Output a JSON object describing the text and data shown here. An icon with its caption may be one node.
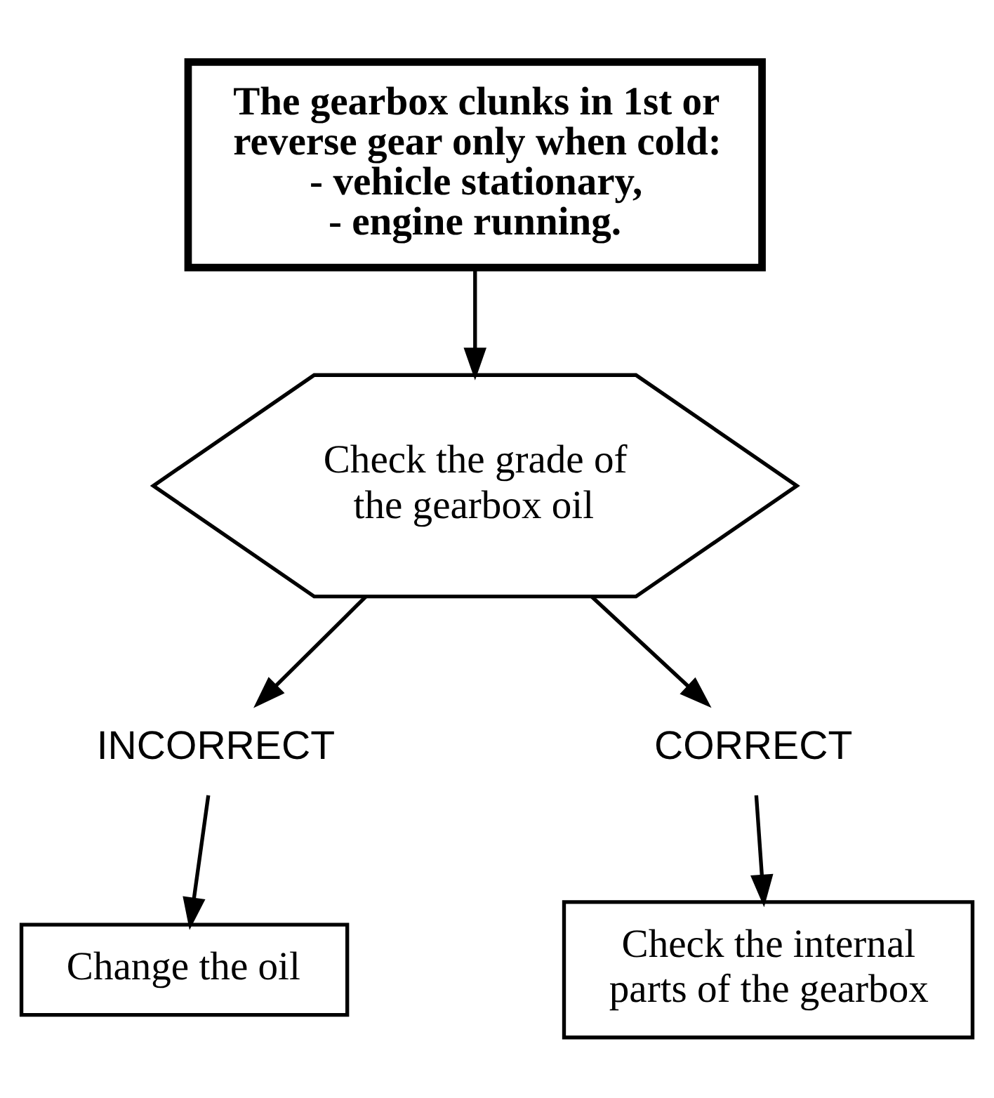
{
  "diagram": {
    "nodes": [
      {
        "text": [
          "The gearbox clunks in 1st or reverse gear only when cold:",
          "- vehicle stationary,",
          "- engine running."
        ]
      },
      {
        "text": [
          "Check the grade of the gearbox oil"
        ]
      },
      {
        "text": [
          "INCORRECT"
        ]
      },
      {
        "text": [
          "CORRECT"
        ]
      },
      {
        "text": [
          "Change the oil"
        ]
      },
      {
        "text": [
          "Check the internal parts of the gearbox"
        ]
      }
    ],
    "edges": [
      {
        "from": 0,
        "to": 1,
        "arrow": "to"
      },
      {
        "from": 1,
        "to": 2,
        "arrow": "to"
      },
      {
        "from": 1,
        "to": 3,
        "arrow": "to"
      },
      {
        "from": 2,
        "to": 4,
        "arrow": "to"
      },
      {
        "from": 3,
        "to": 5,
        "arrow": "to"
      }
    ]
  }
}
